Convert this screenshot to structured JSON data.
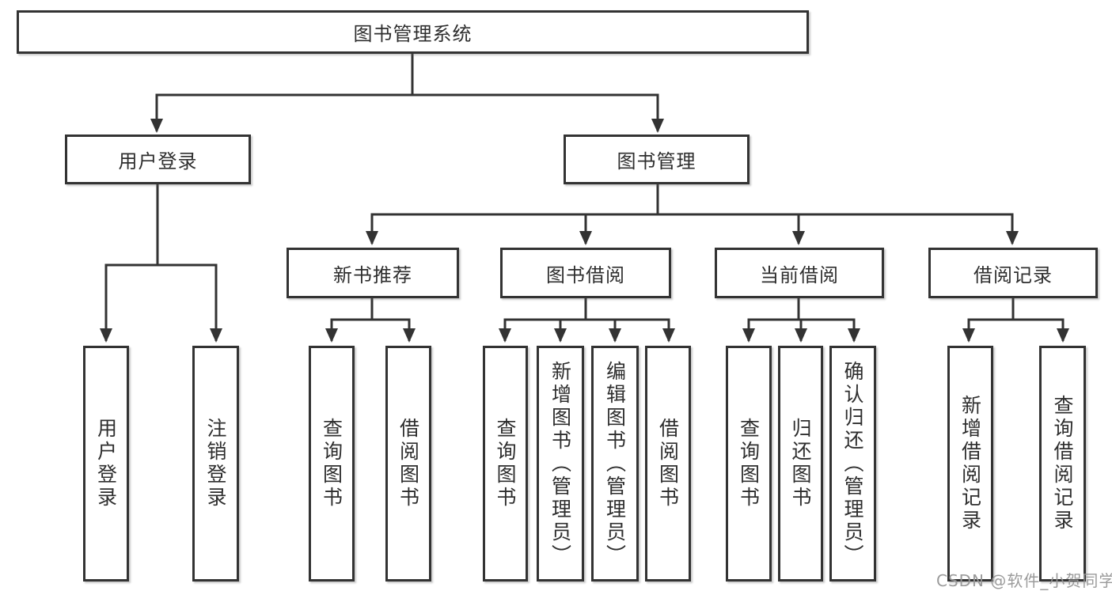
{
  "diagram": {
    "title": "图书管理系统",
    "level2": [
      {
        "label": "用户登录"
      },
      {
        "label": "图书管理"
      }
    ],
    "level3": [
      {
        "label": "新书推荐"
      },
      {
        "label": "图书借阅"
      },
      {
        "label": "当前借阅"
      },
      {
        "label": "借阅记录"
      }
    ],
    "leaves": {
      "user_login": [
        {
          "label": "用户登录"
        },
        {
          "label": "注销登录"
        }
      ],
      "new_book_recommend": [
        {
          "label": "查询图书"
        },
        {
          "label": "借阅图书"
        }
      ],
      "book_borrow": [
        {
          "label": "查询图书"
        },
        {
          "label": "新增图书（管理员）"
        },
        {
          "label": "编辑图书（管理员）"
        },
        {
          "label": "借阅图书"
        }
      ],
      "current_borrow": [
        {
          "label": "查询图书"
        },
        {
          "label": "归还图书"
        },
        {
          "label": "确认归还（管理员）"
        }
      ],
      "borrow_records": [
        {
          "label": "新增借阅记录"
        },
        {
          "label": "查询借阅记录"
        }
      ]
    },
    "colors": {
      "line": "#333333",
      "border": "#333333",
      "text": "#2e2e2e",
      "background": "#ffffff",
      "watermark": "#9c9c9c"
    },
    "watermark": "CSDN @软件_小贺同学"
  }
}
